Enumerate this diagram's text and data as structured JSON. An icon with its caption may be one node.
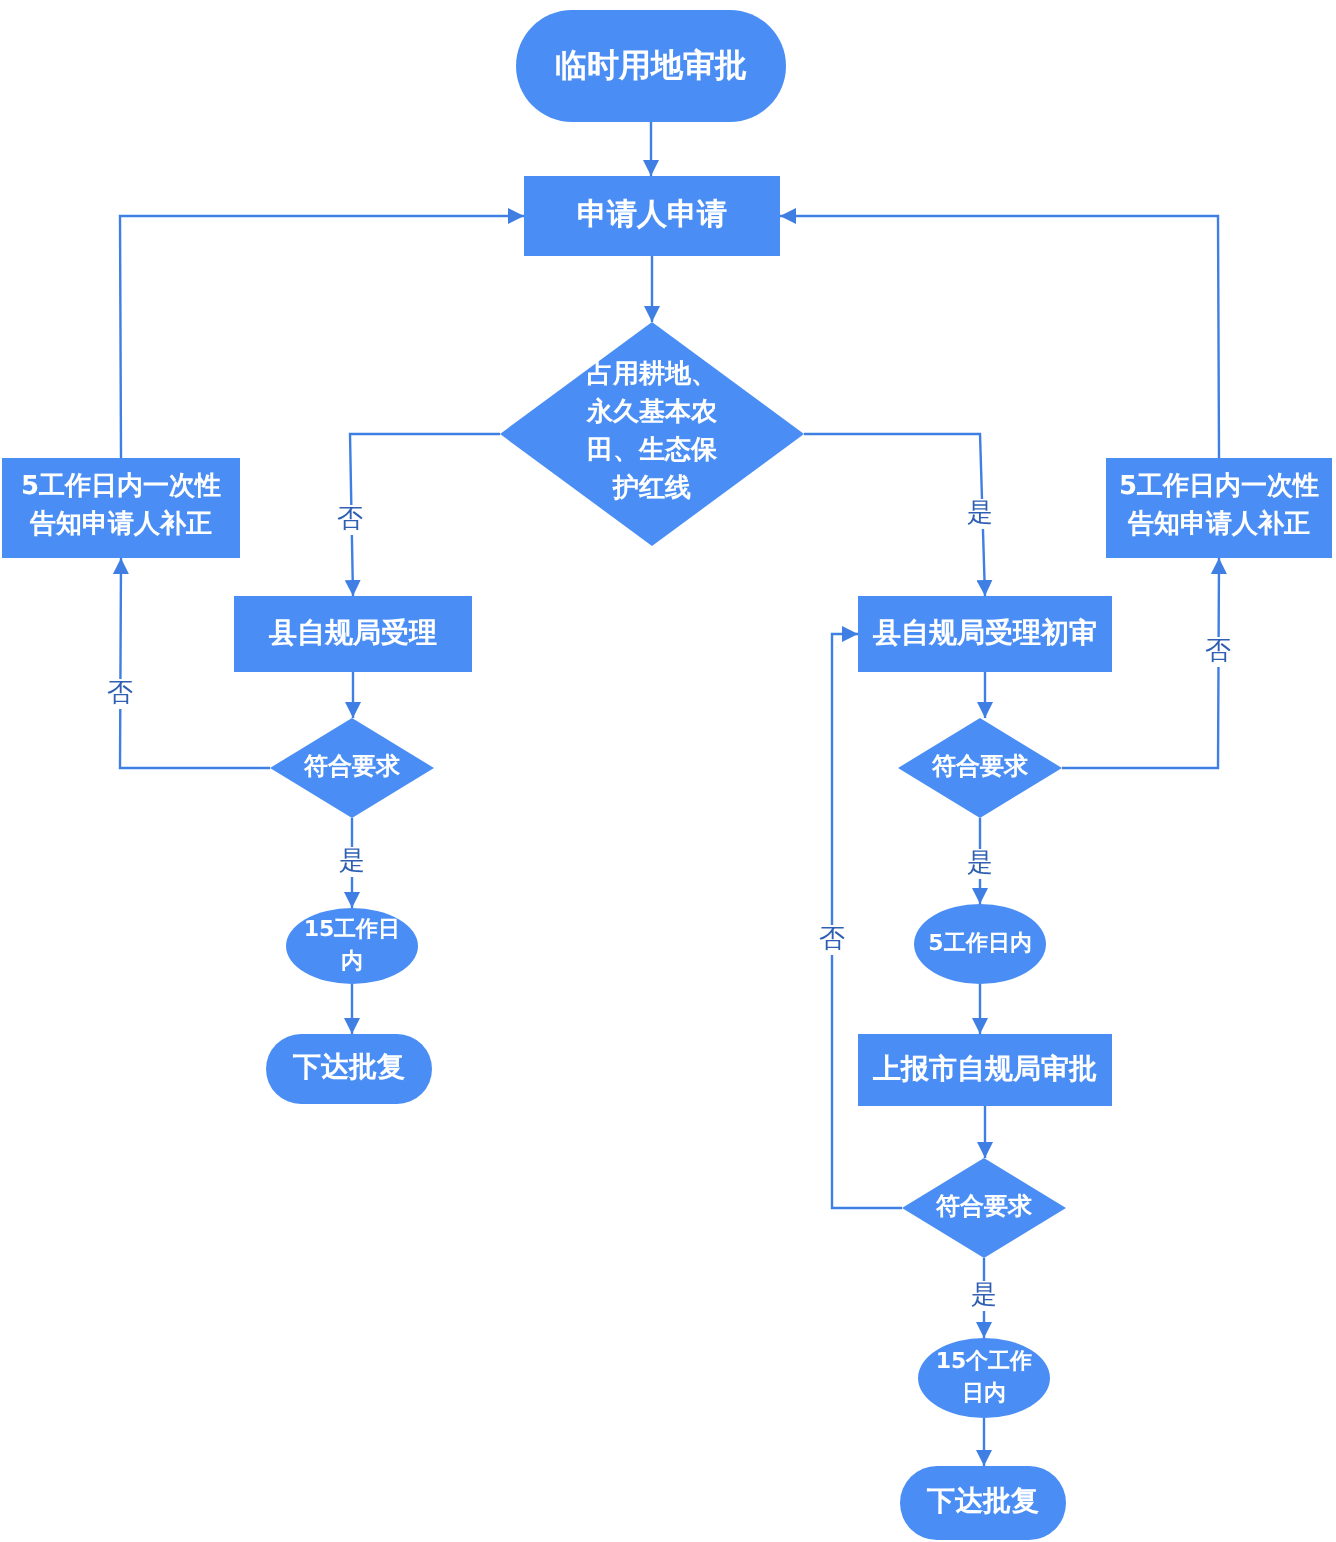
{
  "diagram": {
    "nodes": [
      {
        "text": [
          "临时用地审批"
        ]
      },
      {
        "text": [
          "申请人申请"
        ]
      },
      {
        "text": [
          "占用耕地、永久基本农田、生态保护红线"
        ]
      },
      {
        "text": [
          "5工作日内一次性告知申请人补正"
        ]
      },
      {
        "text": [
          "5工作日内一次性告知申请人补正"
        ]
      },
      {
        "text": [
          "县自规局受理"
        ]
      },
      {
        "text": [
          "县自规局受理初审"
        ]
      },
      {
        "text": [
          "符合要求"
        ]
      },
      {
        "text": [
          "符合要求"
        ]
      },
      {
        "text": [
          "15工作日内"
        ]
      },
      {
        "text": [
          "5工作日内"
        ]
      },
      {
        "text": [
          "下达批复"
        ]
      },
      {
        "text": [
          "上报市自规局审批"
        ]
      },
      {
        "text": [
          "符合要求"
        ]
      },
      {
        "text": [
          "15个工作日内"
        ]
      },
      {
        "text": [
          "下达批复"
        ]
      }
    ],
    "edges": [
      {
        "from": 0,
        "to": 1,
        "arrow": "to"
      },
      {
        "from": 1,
        "to": 2,
        "arrow": "to"
      },
      {
        "from": 2,
        "to": 5,
        "arrow": "to",
        "label": "否"
      },
      {
        "from": 2,
        "to": 6,
        "arrow": "to",
        "label": "是"
      },
      {
        "from": 5,
        "to": 7,
        "arrow": "to"
      },
      {
        "from": 7,
        "to": 3,
        "arrow": "to",
        "label": "否"
      },
      {
        "from": 3,
        "to": 1,
        "arrow": "to"
      },
      {
        "from": 7,
        "to": 9,
        "arrow": "to",
        "label": "是"
      },
      {
        "from": 9,
        "to": 11,
        "arrow": "to"
      },
      {
        "from": 6,
        "to": 8,
        "arrow": "to"
      },
      {
        "from": 8,
        "to": 4,
        "arrow": "to",
        "label": "否"
      },
      {
        "from": 4,
        "to": 1,
        "arrow": "to"
      },
      {
        "from": 8,
        "to": 10,
        "arrow": "to",
        "label": "是"
      },
      {
        "from": 10,
        "to": 12,
        "arrow": "to"
      },
      {
        "from": 12,
        "to": 13,
        "arrow": "to"
      },
      {
        "from": 13,
        "to": 6,
        "arrow": "to",
        "label": "否"
      },
      {
        "from": 13,
        "to": 14,
        "arrow": "to",
        "label": "是"
      },
      {
        "from": 14,
        "to": 15,
        "arrow": "to"
      }
    ]
  }
}
